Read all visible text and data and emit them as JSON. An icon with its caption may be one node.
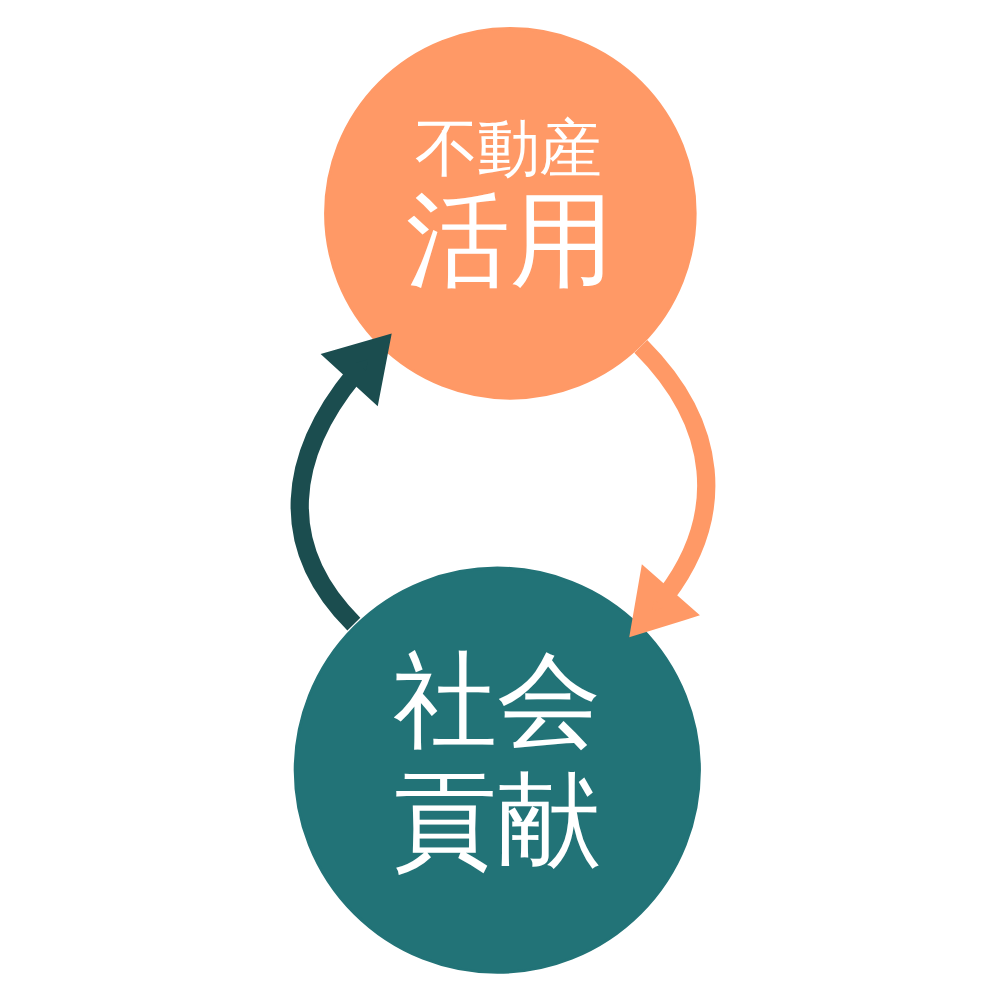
{
  "diagram": {
    "nodes": [
      {
        "text": [
          "不動産",
          "活用"
        ]
      },
      {
        "text": [
          "社会貢献"
        ]
      }
    ],
    "edges": [
      {
        "from": 0,
        "to": 1,
        "arrow": "to",
        "color": "#ff9966"
      },
      {
        "from": 1,
        "to": 0,
        "arrow": "to",
        "color": "#1b4d4f"
      }
    ]
  }
}
